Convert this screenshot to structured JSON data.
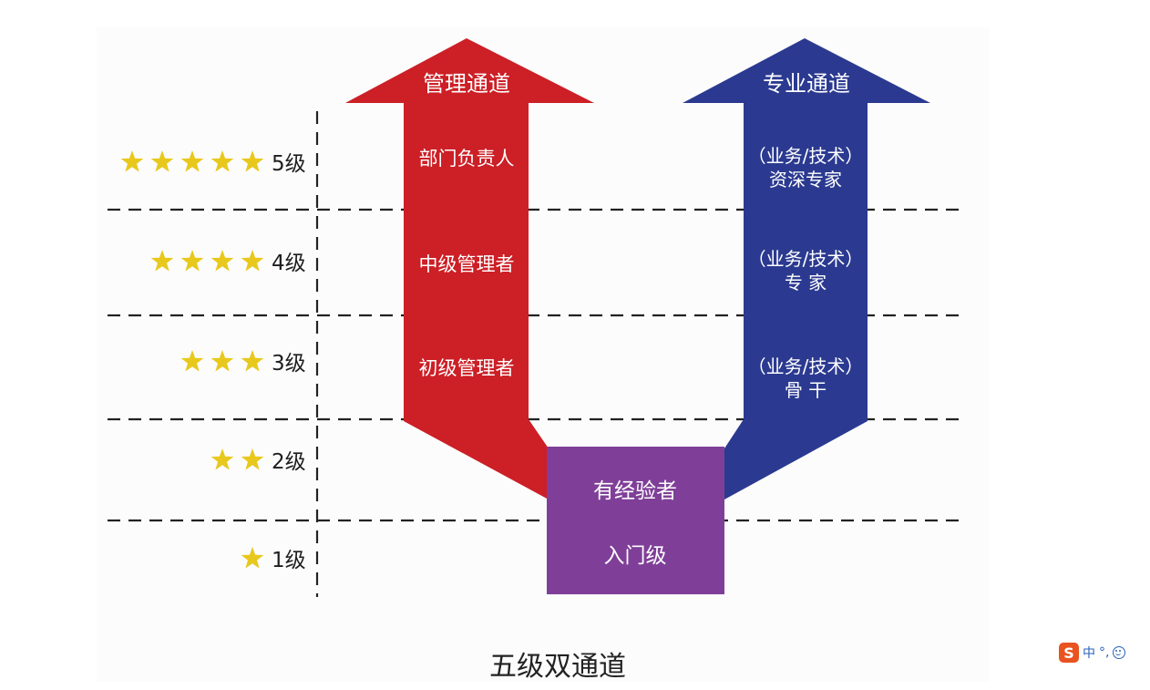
{
  "title": "五级双通道",
  "colors": {
    "management": "#cc1f26",
    "professional": "#2b3a90",
    "base": "#7f3f98",
    "star": "#e8c81d",
    "dashes": "#222222"
  },
  "levels": [
    {
      "label": "5级",
      "stars": 5
    },
    {
      "label": "4级",
      "stars": 4
    },
    {
      "label": "3级",
      "stars": 3
    },
    {
      "label": "2级",
      "stars": 2
    },
    {
      "label": "1级",
      "stars": 1
    }
  ],
  "management_channel": {
    "title": "管理通道",
    "roles": [
      "部门负责人",
      "中级管理者",
      "初级管理者"
    ]
  },
  "professional_channel": {
    "title": "专业通道",
    "roles": [
      {
        "line1": "（业务/技术）",
        "line2": "资深专家"
      },
      {
        "line1": "（业务/技术）",
        "line2": "专 家"
      },
      {
        "line1": "（业务/技术）",
        "line2": "骨 干"
      }
    ]
  },
  "base": {
    "upper": "有经验者",
    "lower": "入门级"
  },
  "ime": {
    "logo": "S",
    "mode": "中",
    "punct": "°,",
    "icon": "smiley-icon"
  }
}
